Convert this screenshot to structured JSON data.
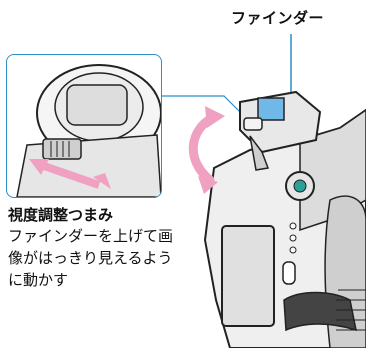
{
  "figure": {
    "callout_title": "ファインダー",
    "caption_heading": "視度調整つまみ",
    "caption_body": "ファインダーを上げて画像がはっきり見えるように動かす",
    "colors": {
      "accent_blue": "#2a8fc8",
      "arrow_pink": "#f0a0c0",
      "viewfinder_blue": "#6fb8e8",
      "body_gray": "#e8e8e8",
      "outline": "#222222"
    }
  }
}
